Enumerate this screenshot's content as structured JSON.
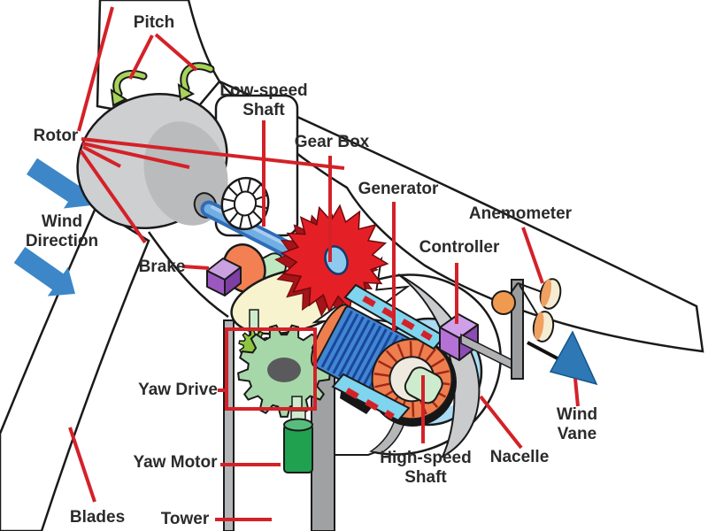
{
  "labels": {
    "pitch": {
      "text": "Pitch"
    },
    "rotor": {
      "text": "Rotor"
    },
    "wind_direction": {
      "line1": "Wind",
      "line2": "Direction"
    },
    "low_speed_shaft": {
      "line1": "Low-speed",
      "line2": "Shaft"
    },
    "gear_box": {
      "text": "Gear Box"
    },
    "generator": {
      "text": "Generator"
    },
    "brake": {
      "text": "Brake"
    },
    "controller": {
      "text": "Controller"
    },
    "anemometer": {
      "text": "Anemometer"
    },
    "yaw_drive": {
      "text": "Yaw Drive"
    },
    "yaw_motor": {
      "text": "Yaw Motor"
    },
    "high_speed_shaft": {
      "line1": "High-speed",
      "line2": "Shaft"
    },
    "nacelle": {
      "text": "Nacelle"
    },
    "wind_vane": {
      "line1": "Wind",
      "line2": "Vane"
    },
    "blades": {
      "text": "Blades"
    },
    "tower": {
      "text": "Tower"
    }
  },
  "palette": {
    "label_color": "#2b2b2b",
    "leader_red": "#d42128",
    "arrow_blue": "#3d87c8",
    "gear_red": "#e42026",
    "shaft_blue": "#4285d0",
    "yaw_green": "#a6d7a8",
    "motor_green": "#1fa14f",
    "brake_purple": "#9b59c0",
    "controller_purple": "#b671d6",
    "bearing_yellow": "#f7f3cf",
    "hub_gray": "#cdcfd1",
    "backplate_blue": "#aadcf2",
    "vane_blue": "#2e78b5",
    "anemometer_orange": "#f09a50",
    "plate_cyan": "#7fd4ee"
  }
}
